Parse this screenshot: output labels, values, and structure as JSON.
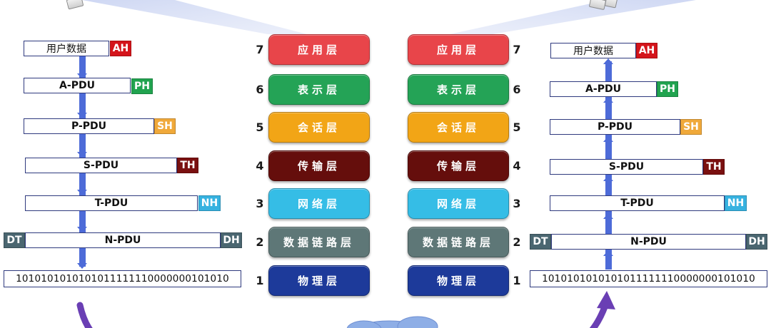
{
  "colors": {
    "app": "#e8454a",
    "presentation": "#24a356",
    "session": "#f2a516",
    "transport": "#650e0c",
    "network": "#35bde6",
    "datalink": "#5e7777",
    "physical": "#1d3a9a",
    "AH": "#d4141b",
    "PH": "#21a34f",
    "SH": "#f0a93a",
    "TH": "#7a1010",
    "NH": "#36b2e0",
    "DT": "#4a6670",
    "DH": "#4a6670",
    "arrow": "#4d6bd8",
    "curve": "#6a3fb4"
  },
  "layers": [
    {
      "num": "7",
      "name": "应用层",
      "color_key": "app"
    },
    {
      "num": "6",
      "name": "表示层",
      "color_key": "presentation"
    },
    {
      "num": "5",
      "name": "会话层",
      "color_key": "session"
    },
    {
      "num": "4",
      "name": "传输层",
      "color_key": "transport"
    },
    {
      "num": "3",
      "name": "网络层",
      "color_key": "network"
    },
    {
      "num": "2",
      "name": "数据链路层",
      "color_key": "datalink"
    },
    {
      "num": "1",
      "name": "物理层",
      "color_key": "physical"
    }
  ],
  "sender": {
    "user_data": "用户数据",
    "ah": "AH",
    "apdu": "A-PDU",
    "ph": "PH",
    "ppdu": "P-PDU",
    "sh": "SH",
    "spdu": "S-PDU",
    "th": "TH",
    "tpdu": "T-PDU",
    "nh": "NH",
    "dt": "DT",
    "npdu": "N-PDU",
    "dh": "DH",
    "bits": "1010101010101011111110000000101010"
  },
  "receiver": {
    "user_data": "用户数据",
    "ah": "AH",
    "apdu": "A-PDU",
    "ph": "PH",
    "ppdu": "P-PDU",
    "sh": "SH",
    "spdu": "S-PDU",
    "th": "TH",
    "tpdu": "T-PDU",
    "nh": "NH",
    "dt": "DT",
    "npdu": "N-PDU",
    "dh": "DH",
    "bits": "1010101010101011111110000000101010"
  }
}
